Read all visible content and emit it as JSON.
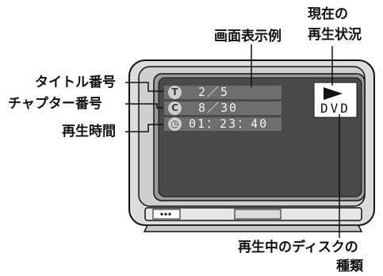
{
  "labels": {
    "screen_example": "画面表示例",
    "current_status_line1": "現在の",
    "current_status_line2": "再生状況",
    "title_number": "タイトル番号",
    "chapter_number": "チャプター番号",
    "playback_time": "再生時間",
    "disc_type_line1": "再生中のディスクの",
    "disc_type_line2": "種類"
  },
  "osd": {
    "title_icon": "T",
    "title_value": "2／5",
    "chapter_icon": "C",
    "chapter_value": "8／30",
    "time_value": "01：23：40",
    "play_icon": "play-triangle-icon",
    "disc_type": "DVD"
  },
  "colors": {
    "tv_body": "#dcdcdc",
    "tv_frame": "#cfcfcf",
    "screen": "#4a4a4a",
    "osd_band": "#6e6e6e",
    "osd_text": "#f2f2f2",
    "line": "#111111"
  }
}
